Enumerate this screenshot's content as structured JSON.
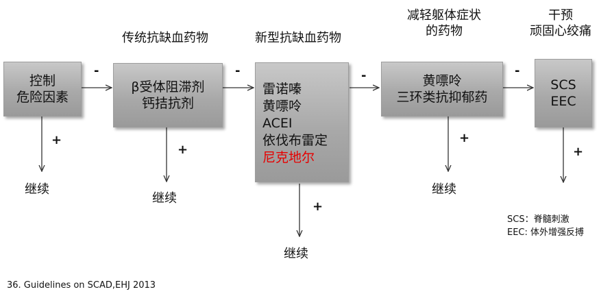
{
  "headings": {
    "col2": "传统抗缺血药物",
    "col3": "新型抗缺血药物",
    "col4": [
      "减轻躯体症状",
      "的药物"
    ],
    "col5": [
      "干预",
      "顽固心绞痛"
    ]
  },
  "boxes": {
    "b1": [
      "控制",
      "危险因素"
    ],
    "b2": [
      "β受体阻滞剂",
      "钙拮抗剂"
    ],
    "b3": [
      "雷诺嗪",
      "黄嘌呤",
      "ACEI",
      "依伐布雷定"
    ],
    "b3_highlight": "尼克地尔",
    "b4": [
      "黄嘌呤",
      "三环类抗抑郁药"
    ],
    "b5": [
      "SCS",
      "EEC"
    ]
  },
  "signs": {
    "minus": "-",
    "plus": "+"
  },
  "continue_label": "继续",
  "notes": [
    "SCS：脊髓刺激",
    "EEC: 体外增强反搏"
  ],
  "footer": "36.  Guidelines on SCAD,EHJ 2013",
  "colors": {
    "box_top": "#c8c8c8",
    "box_bottom": "#9a9a9a",
    "highlight": "#e60000",
    "line": "#333333"
  }
}
